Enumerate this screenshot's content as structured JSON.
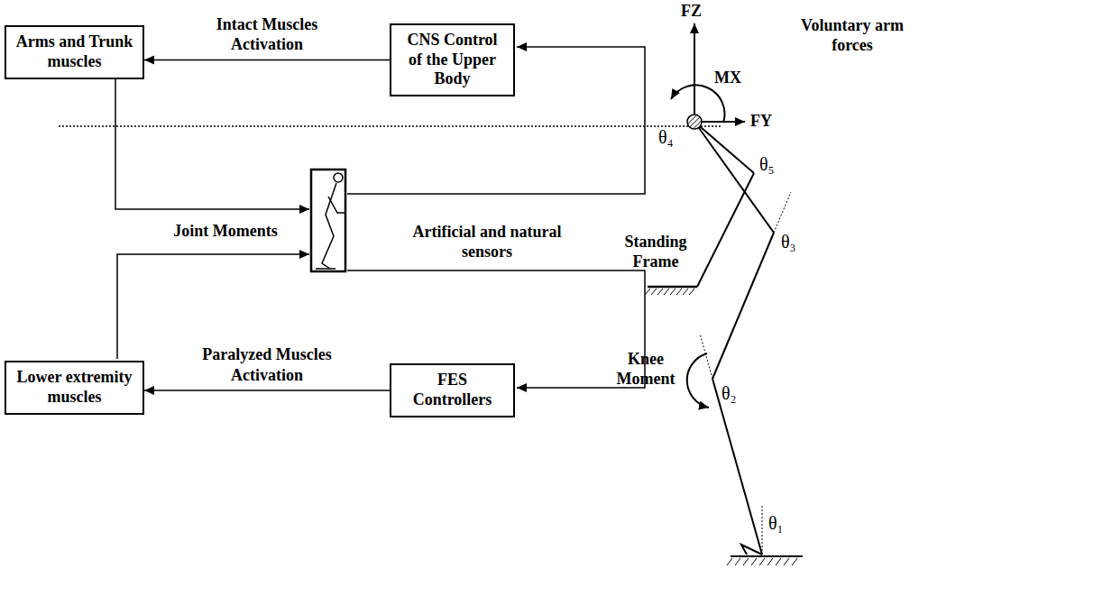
{
  "diagram": {
    "nodes": [
      {
        "text": [
          "Arms and Trunk muscles"
        ]
      },
      {
        "text": [
          "CNS Control of the Upper Body"
        ]
      },
      {
        "text": [
          "Lower extremity muscles"
        ]
      },
      {
        "text": [
          "FES Controllers"
        ]
      }
    ],
    "edges": [
      {
        "from": 1,
        "to": 0,
        "arrow": "to",
        "label": "Intact Muscles Activation"
      },
      {
        "from": 3,
        "to": 2,
        "arrow": "to",
        "label": "Paralyzed Muscles Activation"
      }
    ],
    "labels": [
      "Joint Moments",
      "Artificial and natural sensors",
      "FZ",
      "MX",
      "FY",
      "Voluntary arm forces",
      "θ₄",
      "θ₅",
      "Standing Frame",
      "θ₃",
      "Knee Moment",
      "θ₂",
      "θ₁"
    ]
  }
}
